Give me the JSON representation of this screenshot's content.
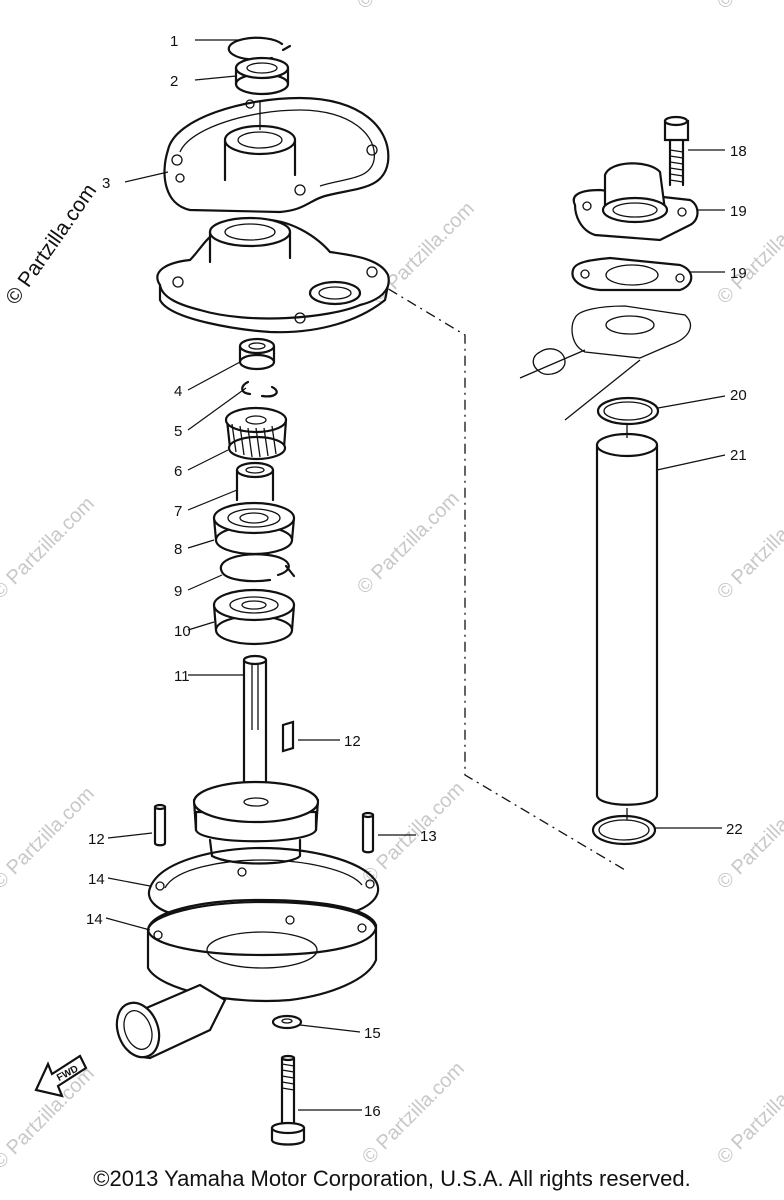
{
  "watermark": "© Partzilla.com",
  "side_watermark": "© Partzilla.com",
  "fwd_label": "FWD",
  "copyright": "©2013 Yamaha Motor Corporation, U.S.A. All rights reserved.",
  "callouts": [
    "1",
    "2",
    "3",
    "4",
    "5",
    "6",
    "7",
    "8",
    "9",
    "10",
    "11",
    "12",
    "12",
    "13",
    "14",
    "14",
    "15",
    "16",
    "18",
    "19",
    "19",
    "20",
    "21",
    "22"
  ]
}
